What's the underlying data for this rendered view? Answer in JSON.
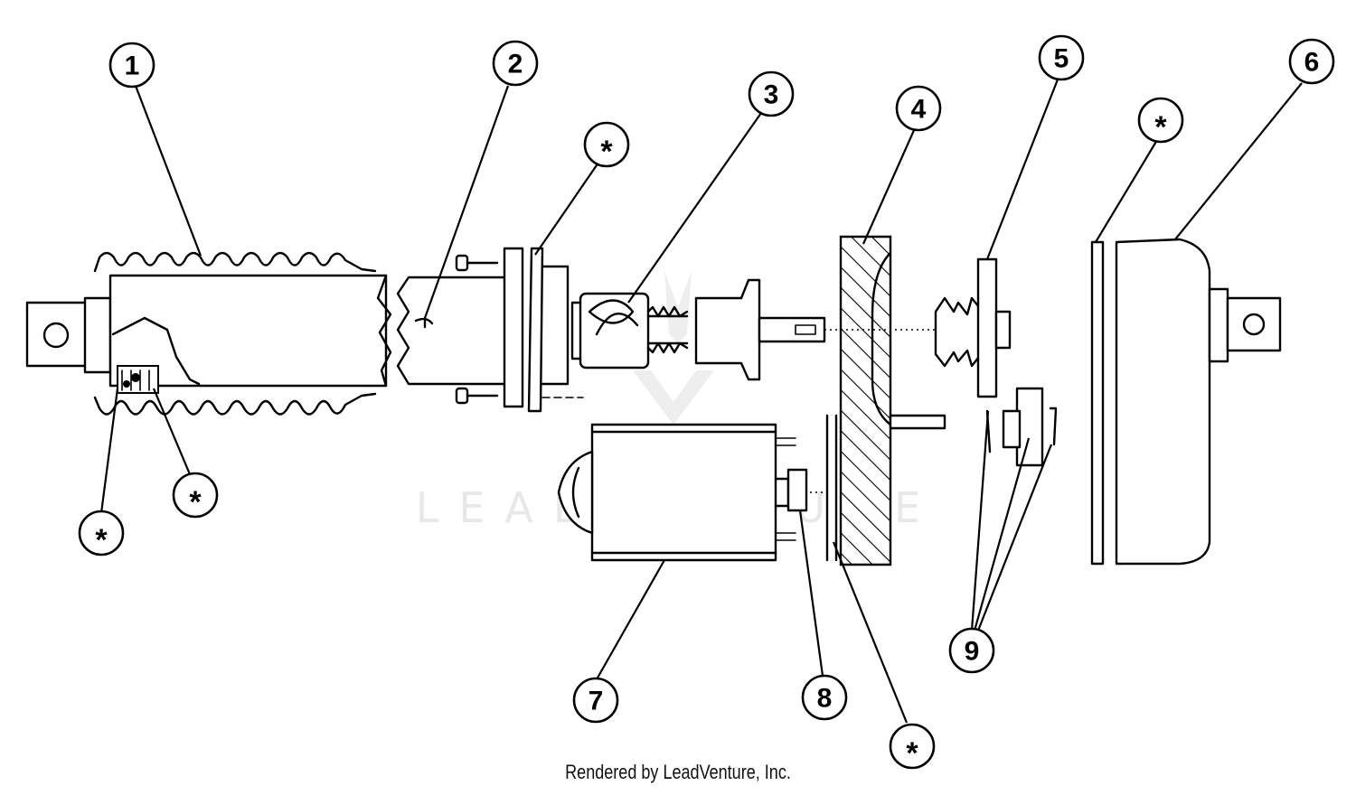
{
  "watermark": {
    "text": "LEADVENTURE"
  },
  "callouts": [
    {
      "id": "c1",
      "label": "1"
    },
    {
      "id": "c2",
      "label": "2"
    },
    {
      "id": "c3",
      "label": "3"
    },
    {
      "id": "c4",
      "label": "4"
    },
    {
      "id": "c5",
      "label": "5"
    },
    {
      "id": "c6",
      "label": "6"
    },
    {
      "id": "c7",
      "label": "7"
    },
    {
      "id": "c8",
      "label": "8"
    },
    {
      "id": "c9",
      "label": "9"
    },
    {
      "id": "s1",
      "label": "*"
    },
    {
      "id": "s2",
      "label": "*"
    },
    {
      "id": "s3",
      "label": "*"
    },
    {
      "id": "s4",
      "label": "*"
    },
    {
      "id": "s5",
      "label": "*"
    }
  ],
  "credit": "Rendered by LeadVenture, Inc."
}
